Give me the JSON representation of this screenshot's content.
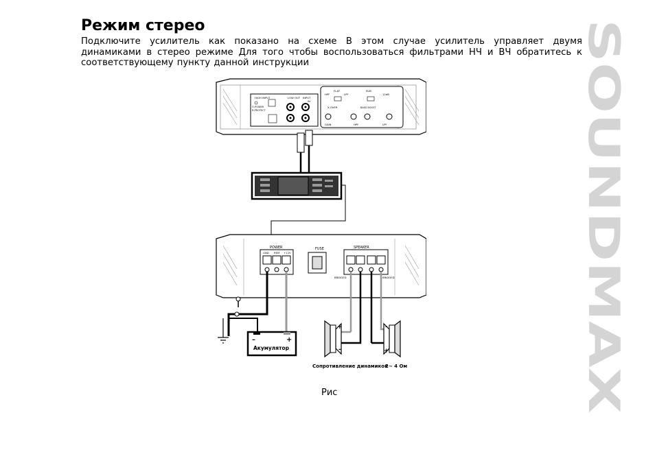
{
  "heading": "Режим стерео",
  "paragraph": "Подключите усилитель  как показано на схеме    В этом случае усилитель управляет двумя динамиками в стерео режиме  Для того чтобы воспользоваться фильтрами НЧ и ВЧ обратитесь к соответствующему пункту данной инструкции",
  "brand": "SOUNDMAX",
  "diagram": {
    "amp_top": {
      "high_input": "HIGH INPUT",
      "low_out": "LOW OUT",
      "input": "INPUT",
      "in": "IN",
      "o_power": "O-POWER",
      "r_protect": "R-PROTECT",
      "flat": "FLAT",
      "hpf": "HPF",
      "lpf": "LPF",
      "sub": "SUB",
      "db": "12dB",
      "x_over": "X-OVER",
      "bass_boost": "BASS BOOST",
      "gain": "GAIN",
      "hpf_label": "HPF",
      "lpf_label": "LPF"
    },
    "amp_bottom": {
      "power": "POWER",
      "gnd": "GND",
      "rem": "REM",
      "plus12v": "+12V",
      "fuse": "FUSE",
      "speaker": "SPEAKER",
      "bridged": "BRIDGED",
      "bridged_right": "BRIDGED"
    },
    "battery": "Акумулятор",
    "battery_minus": "–",
    "battery_plus": "+",
    "speaker_plus_left": "+",
    "speaker_minus_left": "-",
    "speaker_plus_right": "+",
    "speaker_minus_right": "-",
    "impedance": "Сопротивление динамиков",
    "impedance_value": "2~ 4 Ом"
  },
  "caption": "Рис"
}
